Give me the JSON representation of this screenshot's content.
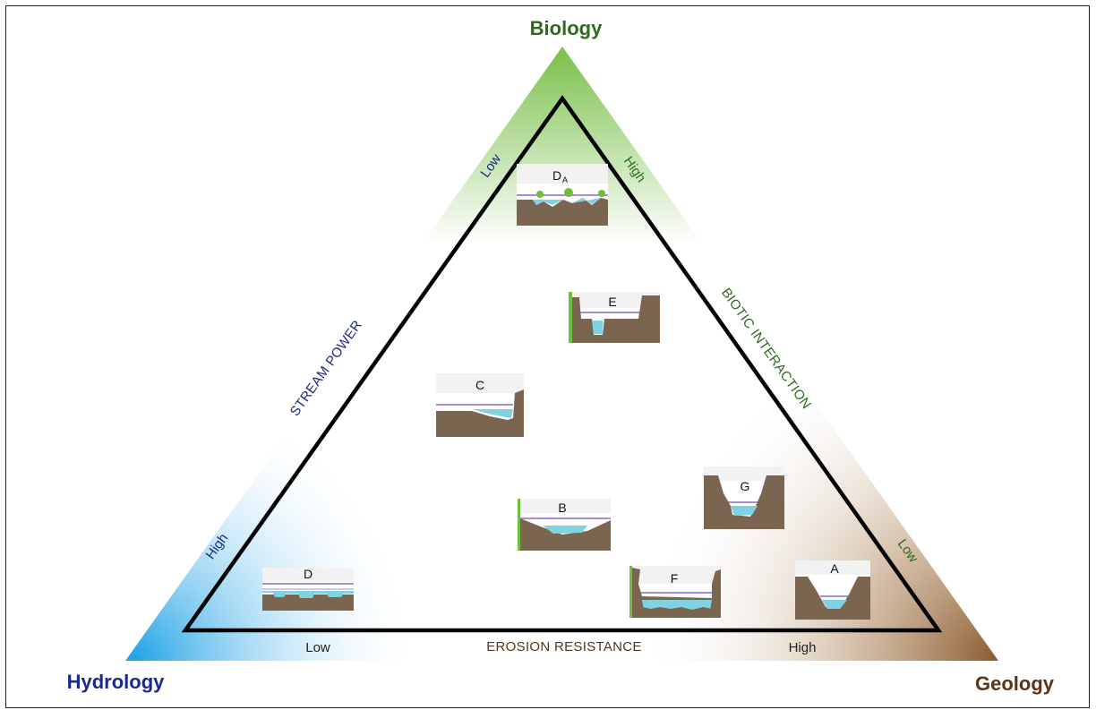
{
  "corners": {
    "top": "Biology",
    "left": "Hydrology",
    "right": "Geology"
  },
  "edges": {
    "left": "STREAM POWER",
    "right": "BIOTIC INTERACTION",
    "bottom": "EROSION RESISTANCE"
  },
  "levels": {
    "left_top": "Low",
    "left_bottom": "High",
    "right_top": "High",
    "right_bottom": "Low",
    "bottom_left": "Low",
    "bottom_right": "High"
  },
  "channels": {
    "da": {
      "label": "D",
      "sub": "A"
    },
    "e": {
      "label": "E"
    },
    "c": {
      "label": "C"
    },
    "g": {
      "label": "G"
    },
    "b": {
      "label": "B"
    },
    "d": {
      "label": "D"
    },
    "f": {
      "label": "F"
    },
    "a": {
      "label": "A"
    }
  },
  "colors": {
    "biology": "#2e6b1f",
    "hydrology": "#1b2a8a",
    "geology": "#5a3515",
    "soil": "#7a6650",
    "water": "#7fd3e0",
    "bankfull": "#a58fd4"
  }
}
